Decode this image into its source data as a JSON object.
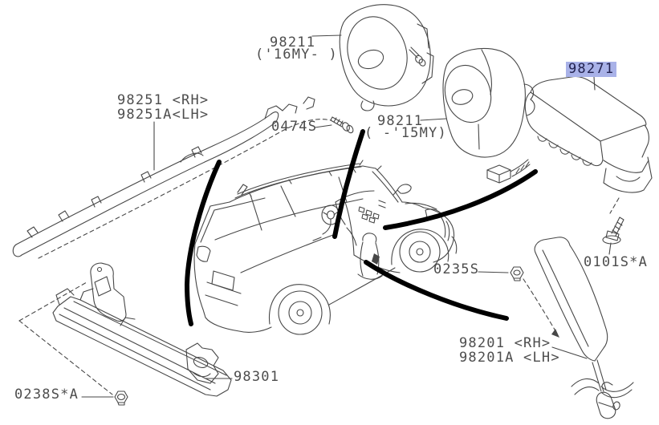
{
  "page": {
    "background": "#ffffff"
  },
  "colors": {
    "highlight_bg": "#a9b2e8",
    "highlight_text": "#22224f",
    "line": "#474747",
    "label_text": "#4d4d4d",
    "leader_thick": "#000000"
  },
  "selected_part": "98271",
  "labels": {
    "driver_airbag_new": {
      "part": "98211",
      "variant": "('16MY- )"
    },
    "driver_airbag_old": {
      "part": "98211",
      "variant": "( -'15MY)"
    },
    "curtain_airbag": {
      "rh": "98251 <RH>",
      "lh": "98251A<LH>"
    },
    "roof_screw": {
      "part": "0474S"
    },
    "passenger_airbag": {
      "part": "98271"
    },
    "passenger_airbag_bolt": {
      "part": "0101S*A"
    },
    "seat_nut": {
      "part": "0235S"
    },
    "seat_airbag": {
      "rh": "98201 <RH>",
      "lh": "98201A <LH>"
    },
    "protector": {
      "part": "98301"
    },
    "protector_nut": {
      "part": "0238S*A"
    }
  }
}
